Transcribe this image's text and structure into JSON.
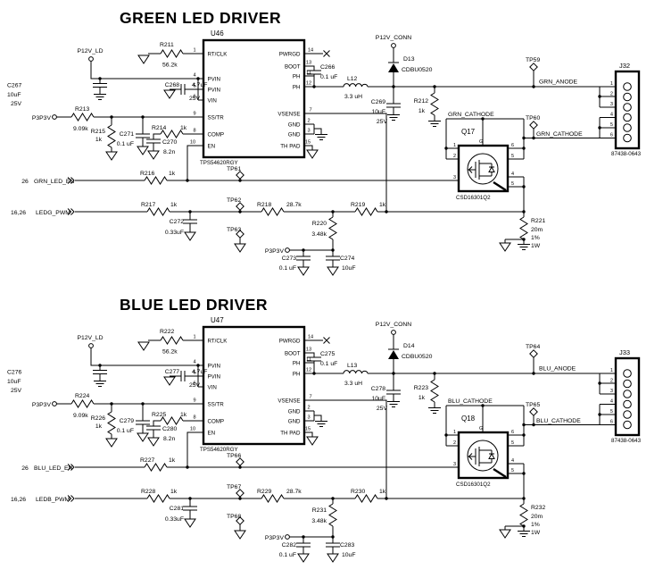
{
  "meta": {
    "background": "#ffffff",
    "ink": "#000000",
    "description": "Schematic page with two switching LED driver channels"
  },
  "sections": [
    {
      "title": "GREEN LED DRIVER",
      "chip": {
        "ref": "U46",
        "part": "TPS54620RGY",
        "lp": [
          [
            "1",
            "RT/CLK"
          ],
          [
            "4",
            "PVIN"
          ],
          [
            "5",
            "PVIN"
          ],
          [
            "6",
            "VIN"
          ],
          [
            "9",
            "SS/TR"
          ],
          [
            "8",
            "COMP"
          ],
          [
            "10",
            "EN"
          ]
        ],
        "rp": [
          [
            "14",
            "PWRGD"
          ],
          [
            "13",
            "BOOT"
          ],
          [
            "11",
            "PH"
          ],
          [
            "12",
            "PH"
          ],
          [
            "7",
            "VSENSE"
          ],
          [
            "2",
            "GND"
          ],
          [
            "3",
            "GND"
          ],
          [
            "15",
            "TH PAD"
          ]
        ]
      },
      "nets": {
        "vin": "P12V_LD",
        "v33a": "P3P3V",
        "v33b": "P3P3V",
        "conn": "P12V_CONN",
        "en": "GRN_LED_EN",
        "en_ref": "26",
        "pwm": "LEDG_PWM",
        "pwm_ref": "16,26",
        "anode": "GRN_ANODE",
        "cath_a": "GRN_CATHODE",
        "cath_b": "GRN_CATHODE"
      },
      "c": {
        "r_rt": [
          "R211",
          "56.2k"
        ],
        "c_in1": [
          "C267",
          "10uF",
          "25V"
        ],
        "c_in2": [
          "C268",
          "4.7uF",
          "25V"
        ],
        "r_ss1": [
          "R213",
          "9.09k"
        ],
        "r_ss2": [
          "R215",
          "1k"
        ],
        "c_ss": [
          "C271",
          "0.1 uF"
        ],
        "r_cmp": [
          "R214",
          "1k"
        ],
        "c_cmp": [
          "C270",
          "8.2n"
        ],
        "r_en": [
          "R216",
          "1k"
        ],
        "r_pwm": [
          "R217",
          "1k"
        ],
        "c_pwm": [
          "C272",
          "0.33uF"
        ],
        "c_bst": [
          "C266",
          "0.1 uF"
        ],
        "l": [
          "L12",
          "3.3 uH"
        ],
        "d": [
          "D13",
          "CDBU0520"
        ],
        "c_out": [
          "C269",
          "10uF",
          "25V"
        ],
        "r_ld": [
          "R212",
          "1k"
        ],
        "r_fb1": [
          "R218",
          "28.7k"
        ],
        "r_fb2": [
          "R219",
          "1k"
        ],
        "r_fb3": [
          "R220",
          "3.48k"
        ],
        "c_fb1": [
          "C273",
          "0.1 uF"
        ],
        "c_fb2": [
          "C274",
          "10uF"
        ],
        "r_sns": [
          "R221",
          "20m",
          "1%",
          "1W"
        ]
      },
      "q": {
        "ref": "Q17",
        "part": "CSD16301Q2",
        "mark": "G",
        "pins": [
          "1",
          "2",
          "3",
          "6",
          "5",
          "4",
          "5"
        ]
      },
      "tp": {
        "en": "TP61",
        "fb": "TP62",
        "gnd": "TP63",
        "an": "TP59",
        "cat": "TP60"
      },
      "conn": {
        "ref": "J32",
        "part": "87438-0643",
        "pins": [
          "1",
          "2",
          "3",
          "4",
          "5",
          "6"
        ]
      }
    },
    {
      "title": "BLUE LED DRIVER",
      "chip": {
        "ref": "U47",
        "part": "TPS54620RGY",
        "lp": [
          [
            "1",
            "RT/CLK"
          ],
          [
            "4",
            "PVIN"
          ],
          [
            "5",
            "PVIN"
          ],
          [
            "6",
            "VIN"
          ],
          [
            "9",
            "SS/TR"
          ],
          [
            "8",
            "COMP"
          ],
          [
            "10",
            "EN"
          ]
        ],
        "rp": [
          [
            "14",
            "PWRGD"
          ],
          [
            "13",
            "BOOT"
          ],
          [
            "11",
            "PH"
          ],
          [
            "12",
            "PH"
          ],
          [
            "7",
            "VSENSE"
          ],
          [
            "2",
            "GND"
          ],
          [
            "3",
            "GND"
          ],
          [
            "15",
            "TH PAD"
          ]
        ]
      },
      "nets": {
        "vin": "P12V_LD",
        "v33a": "P3P3V",
        "v33b": "P3P3V",
        "conn": "P12V_CONN",
        "en": "BLU_LED_EN",
        "en_ref": "26",
        "pwm": "LEDB_PWM",
        "pwm_ref": "16,26",
        "anode": "BLU_ANODE",
        "cath_a": "BLU_CATHODE",
        "cath_b": "BLU_CATHODE"
      },
      "c": {
        "r_rt": [
          "R222",
          "56.2k"
        ],
        "c_in1": [
          "C276",
          "10uF",
          "25V"
        ],
        "c_in2": [
          "C277",
          "4.7uF",
          "25V"
        ],
        "r_ss1": [
          "R224",
          "9.09k"
        ],
        "r_ss2": [
          "R226",
          "1k"
        ],
        "c_ss": [
          "C279",
          "0.1 uF"
        ],
        "r_cmp": [
          "R225",
          "1k"
        ],
        "c_cmp": [
          "C280",
          "8.2n"
        ],
        "r_en": [
          "R227",
          "1k"
        ],
        "r_pwm": [
          "R228",
          "1k"
        ],
        "c_pwm": [
          "C281",
          "0.33uF"
        ],
        "c_bst": [
          "C275",
          "0.1 uF"
        ],
        "l": [
          "L13",
          "3.3 uH"
        ],
        "d": [
          "D14",
          "CDBU0520"
        ],
        "c_out": [
          "C278",
          "10uF",
          "25V"
        ],
        "r_ld": [
          "R223",
          "1k"
        ],
        "r_fb1": [
          "R229",
          "28.7k"
        ],
        "r_fb2": [
          "R230",
          "1k"
        ],
        "r_fb3": [
          "R231",
          "3.48k"
        ],
        "c_fb1": [
          "C282",
          "0.1 uF"
        ],
        "c_fb2": [
          "C283",
          "10uF"
        ],
        "r_sns": [
          "R232",
          "20m",
          "1%",
          "1W"
        ]
      },
      "q": {
        "ref": "Q18",
        "part": "CSD16301Q2",
        "mark": "G",
        "pins": [
          "1",
          "2",
          "3",
          "6",
          "5",
          "4",
          "5"
        ]
      },
      "tp": {
        "en": "TP66",
        "fb": "TP67",
        "gnd": "TP68",
        "an": "TP64",
        "cat": "TP65"
      },
      "conn": {
        "ref": "J33",
        "part": "87438-0643",
        "pins": [
          "1",
          "2",
          "3",
          "4",
          "5",
          "6"
        ]
      }
    }
  ]
}
